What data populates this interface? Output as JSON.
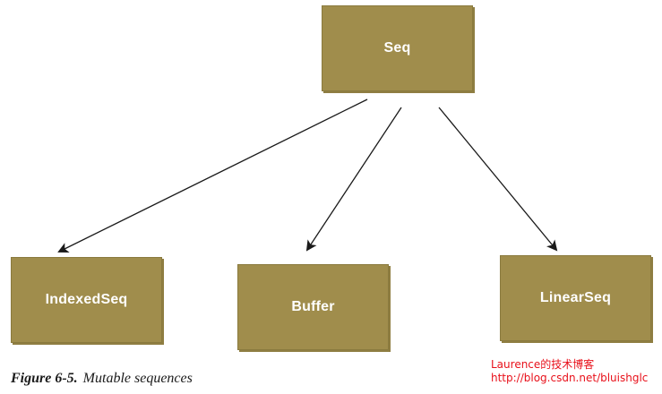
{
  "nodes": {
    "seq": "Seq",
    "indexedseq": "IndexedSeq",
    "buffer": "Buffer",
    "linearseq": "LinearSeq"
  },
  "edges": [
    {
      "from": "seq",
      "to": "indexedseq"
    },
    {
      "from": "seq",
      "to": "buffer"
    },
    {
      "from": "seq",
      "to": "linearseq"
    }
  ],
  "caption": {
    "label": "Figure 6-5.",
    "text": "Mutable sequences"
  },
  "watermark": {
    "line1": "Laurence的技术博客",
    "line2": "http://blog.csdn.net/bluishglc"
  },
  "colors": {
    "node_fill": "#a08d4c",
    "node_text": "#ffffff",
    "edge": "#1a1a1a",
    "watermark": "#e8101a"
  }
}
